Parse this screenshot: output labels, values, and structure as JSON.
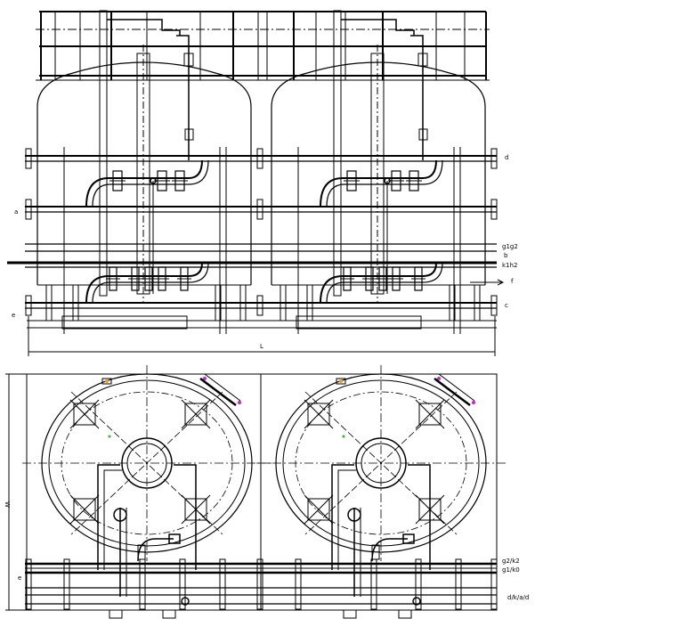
{
  "elevation_labels": {
    "d": "d",
    "a": "a",
    "g2": "g1g2",
    "b": "b",
    "h": "k1h2",
    "f": "f",
    "c": "c",
    "e": "e",
    "L": "L"
  },
  "plan_labels": {
    "W": "W",
    "e": "e",
    "g": "g2/k2",
    "h": "g1/k0",
    "k": "d/k/a/d"
  },
  "colors": {
    "line": "#000000",
    "background": "#ffffff",
    "accent_orange": "#f0a020",
    "accent_magenta": "#d020d0",
    "accent_green": "#20c020"
  }
}
